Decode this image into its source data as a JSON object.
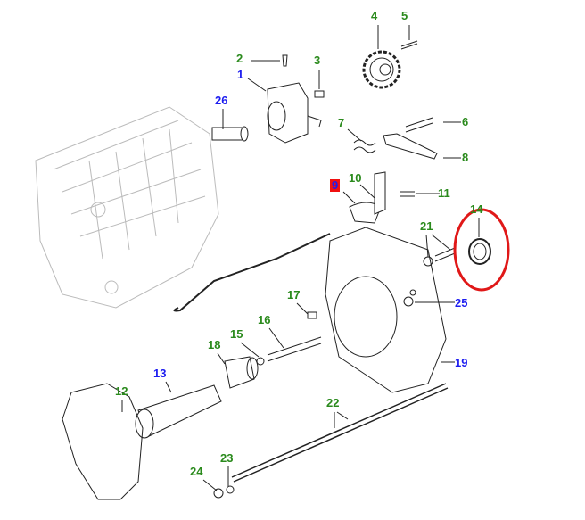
{
  "diagram": {
    "title": "Transfer box housing parts diagram",
    "colors": {
      "green_label": "#2a8a1c",
      "blue_label": "#1c1cf0",
      "highlight_box": "#f01010",
      "highlight_circle": "#e01818"
    },
    "callouts": [
      {
        "num": "1",
        "color": "blue"
      },
      {
        "num": "2",
        "color": "green"
      },
      {
        "num": "3",
        "color": "green"
      },
      {
        "num": "4",
        "color": "green"
      },
      {
        "num": "5",
        "color": "green"
      },
      {
        "num": "6",
        "color": "green"
      },
      {
        "num": "7",
        "color": "green"
      },
      {
        "num": "8",
        "color": "green"
      },
      {
        "num": "9",
        "color": "blue"
      },
      {
        "num": "10",
        "color": "green"
      },
      {
        "num": "11",
        "color": "green"
      },
      {
        "num": "12",
        "color": "green"
      },
      {
        "num": "13",
        "color": "blue"
      },
      {
        "num": "14",
        "color": "green"
      },
      {
        "num": "15",
        "color": "green"
      },
      {
        "num": "16",
        "color": "green"
      },
      {
        "num": "17",
        "color": "green"
      },
      {
        "num": "18",
        "color": "green"
      },
      {
        "num": "19",
        "color": "blue"
      },
      {
        "num": "21",
        "color": "green"
      },
      {
        "num": "22",
        "color": "green"
      },
      {
        "num": "23",
        "color": "green"
      },
      {
        "num": "24",
        "color": "green"
      },
      {
        "num": "25",
        "color": "blue"
      },
      {
        "num": "26",
        "color": "blue"
      }
    ]
  }
}
